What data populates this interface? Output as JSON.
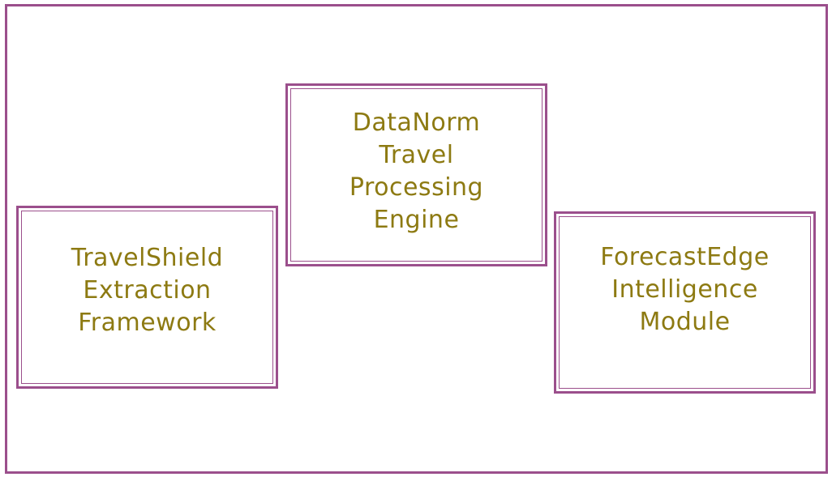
{
  "colors": {
    "border": "#9b4f8c",
    "text": "#8d7a12",
    "background": "#ffffff"
  },
  "boxes": [
    {
      "id": "datanorm",
      "lines": [
        "DataNorm",
        "Travel",
        "Processing",
        "Engine"
      ]
    },
    {
      "id": "travelshield",
      "lines": [
        "TravelShield",
        "Extraction",
        "Framework"
      ]
    },
    {
      "id": "forecastedge",
      "lines": [
        "ForecastEdge",
        "Intelligence",
        "Module"
      ]
    }
  ]
}
